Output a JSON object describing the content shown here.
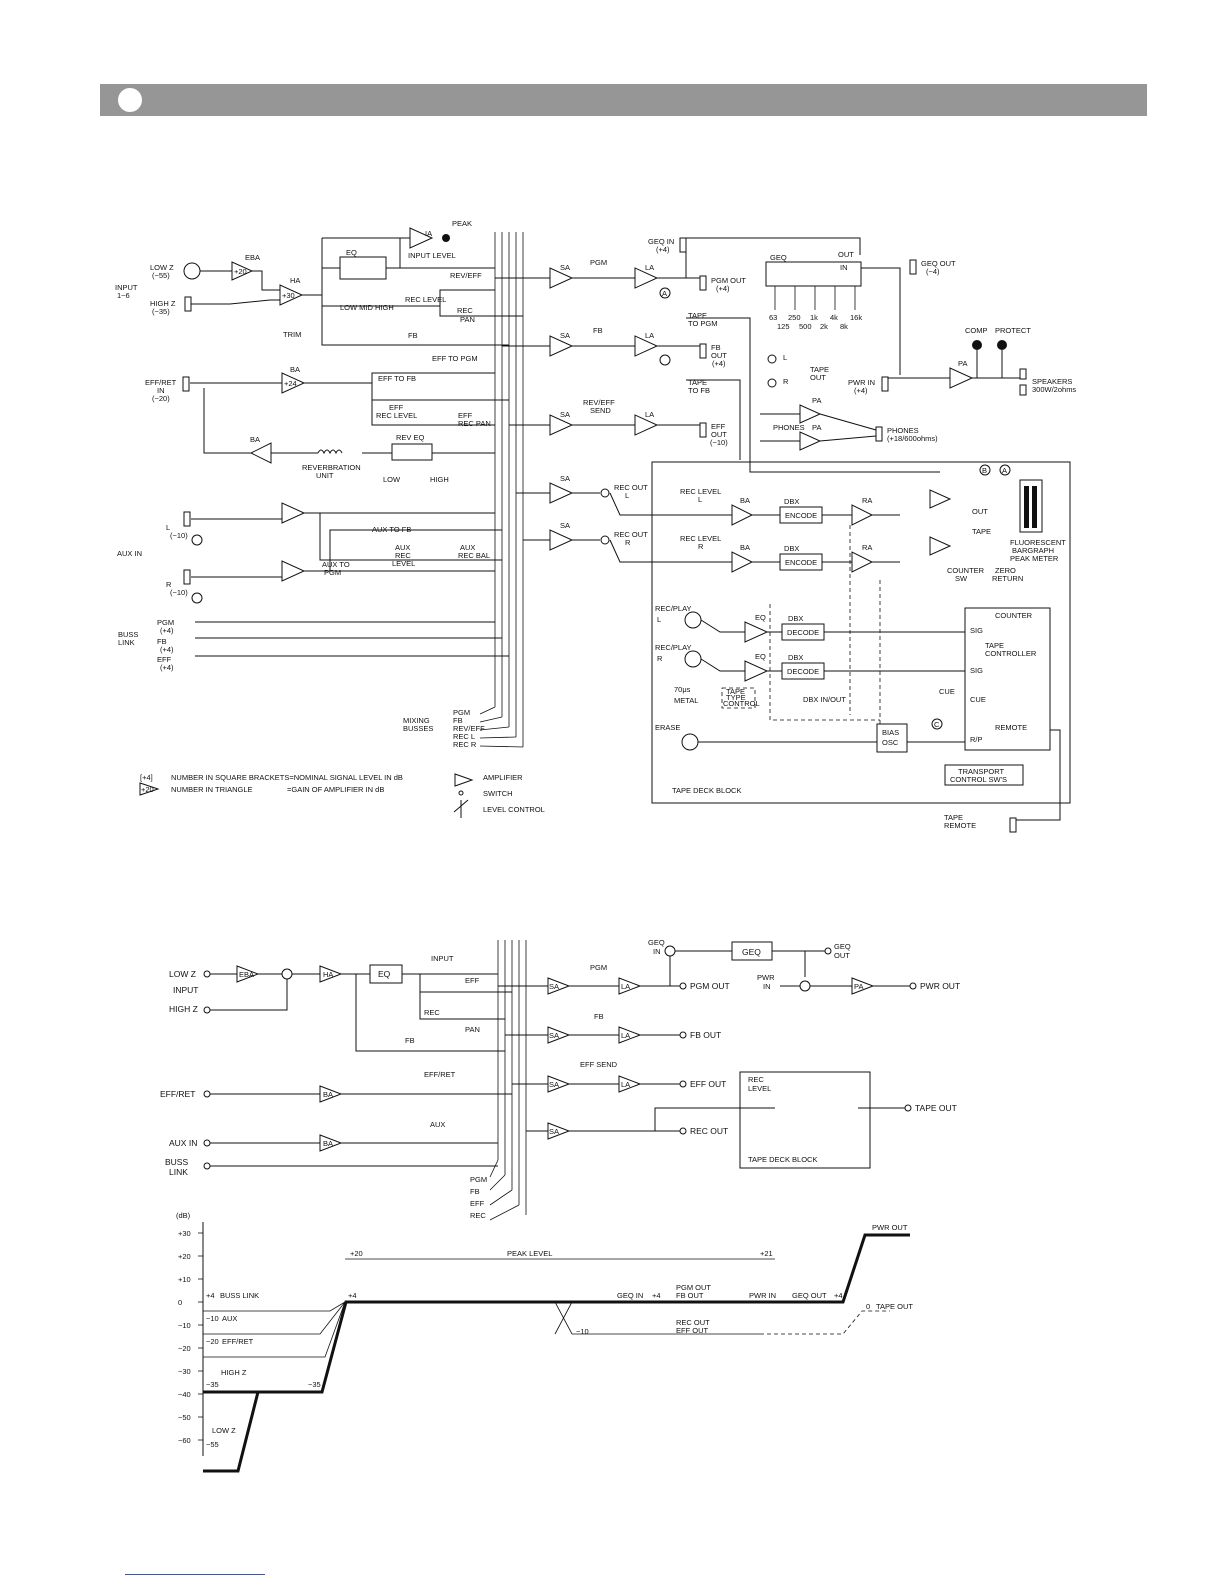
{
  "block": {
    "input": "INPUT",
    "input_ch": "1~6",
    "low_z": "LOW Z",
    "low_z_lvl": "(−55)",
    "high_z": "HIGH Z",
    "high_z_lvl": "(−35)",
    "eba": "EBA",
    "eba_g": "+20",
    "ha": "HA",
    "ha_g": "+30",
    "trim": "TRIM",
    "ia": "IA",
    "peak": "PEAK",
    "input_level": "INPUT LEVEL",
    "eq": "EQ",
    "eq_knobs": "LOW MID HIGH",
    "rev_eff": "REV/EFF",
    "rec_level": "REC LEVEL",
    "rec": "REC",
    "pan": "PAN",
    "fb": "FB",
    "eff_to_pgm": "EFF TO PGM",
    "eff_ret_in": "EFF/RET",
    "in": "IN",
    "eff_ret_lvl": "(−20)",
    "ba": "BA",
    "ba_g": "+24",
    "eff_to_fb": "EFF TO FB",
    "eff": "EFF",
    "eff_rec_level": "REC LEVEL",
    "eff_rec_pan": "EFF",
    "rec_pan": "REC PAN",
    "rev_eq": "REV EQ",
    "low": "LOW",
    "high": "HIGH",
    "reverb": "REVERBRATION",
    "unit": "UNIT",
    "aux_in": "AUX IN",
    "l_lvl": "(−10)",
    "r_lvl": "(−10)",
    "l": "L",
    "r": "R",
    "aux_to_fb": "AUX TO FB",
    "aux_to_pgm": "AUX TO",
    "pgm": "PGM",
    "aux_rec_level_1": "AUX",
    "aux_rec_level_2": "REC",
    "aux_rec_level_3": "LEVEL",
    "aux_rec_bal_1": "AUX",
    "aux_rec_bal_2": "REC BAL",
    "buss_link": "BUSS",
    "link": "LINK",
    "pgm_lvl": "(+4)",
    "fb_lvl": "(+4)",
    "eff_lvl": "(+4)",
    "mixing": "MIXING",
    "busses": "BUSSES",
    "bus_pgm": "PGM",
    "bus_fb": "FB",
    "bus_reveff": "REV/EFF",
    "bus_recl": "REC L",
    "bus_recr": "REC R",
    "sa": "SA",
    "la": "LA",
    "pgm_out": "PGM OUT",
    "pgm_out_lvl": "(+4)",
    "geq_in": "GEQ IN",
    "geq_in_lvl": "(+4)",
    "geq": "GEQ",
    "out": "OUT",
    "geq_out": "GEQ OUT",
    "geq_out_lvl": "(−4)",
    "geq_bands": [
      "63",
      "250",
      "1k",
      "4k",
      "16k"
    ],
    "geq_bands2": [
      "125",
      "500",
      "2k",
      "8k"
    ],
    "tape_to_pgm": "TAPE",
    "to_pgm": "TO PGM",
    "tape_to_fb": "TAPE",
    "to_fb": "TO FB",
    "fb_out": "FB",
    "fb_out2": "OUT",
    "fb_out_lvl": "(+4)",
    "tape_out": "TAPE",
    "tape_out2": "OUT",
    "comp": "COMP",
    "protect": "PROTECT",
    "pwr_in": "PWR IN",
    "pwr_in_lvl": "(+4)",
    "pa": "PA",
    "speakers": "SPEAKERS",
    "speakers2": "300W/2ohms",
    "rev_eff_send": "REV/EFF",
    "send": "SEND",
    "eff_out": "EFF",
    "eff_out2": "OUT",
    "eff_out_lvl": "(−10)",
    "phones": "PHONES",
    "phones_lvl": "(+18/600ohms)",
    "rec_out_l": "REC OUT",
    "rec_out_r": "REC OUT",
    "rec_level_l": "REC LEVEL",
    "rec_level_r": "REC LEVEL",
    "dbx": "DBX",
    "encode": "ENCODE",
    "decode": "DECODE",
    "ra": "RA",
    "fluorescent": "FLUORESCENT",
    "bargraph": "BARGRAPH",
    "peak_meter": "PEAK METER",
    "counter_sw": "COUNTER",
    "sw": "SW",
    "zero_return": "ZERO",
    "return": "RETURN",
    "counter": "COUNTER",
    "tape_controller": "TAPE",
    "controller": "CONTROLLER",
    "sig": "SIG",
    "cue": "CUE",
    "remote": "REMOTE",
    "rp": "R/P",
    "rec_play": "REC/PLAY",
    "erase": "ERASE",
    "us70": "70μs",
    "metal": "METAL",
    "tape_type": "TAPE",
    "type": "TYPE",
    "control": "CONTROL",
    "dbx_inout": "DBX IN/OUT",
    "bias": "BIAS",
    "osc": "OSC",
    "transport": "TRANSPORT",
    "control_sws": "CONTROL SW'S",
    "tape_deck_block": "TAPE DECK BLOCK",
    "tape_remote": "TAPE",
    "remote2": "REMOTE",
    "tape_lbl": "TAPE",
    "a_mark": "A",
    "b_mark": "B",
    "c_mark": "C",
    "legend_1": "NUMBER IN SQUARE BRACKETS=NOMINAL SIGNAL LEVEL IN dB",
    "legend_1_sym": "[+4]",
    "legend_2": "NUMBER IN TRIANGLE",
    "legend_2_b": "=GAIN OF AMPLIFIER IN dB",
    "legend_2_sym": "+20",
    "legend_amp": "AMPLIFIER",
    "legend_switch": "SWITCH",
    "legend_level": "LEVEL CONTROL"
  },
  "flow": {
    "low_z": "LOW Z",
    "input": "INPUT",
    "high_z": "HIGH Z",
    "eba": "EBA",
    "ha": "HA",
    "eq": "EQ",
    "input_lbl": "INPUT",
    "eff": "EFF",
    "rec": "REC",
    "pan": "PAN",
    "fb": "FB",
    "eff_ret": "EFF/RET",
    "ba": "BA",
    "eff_ret_knob": "EFF/RET",
    "aux_in": "AUX IN",
    "aux": "AUX",
    "buss": "BUSS",
    "link": "LINK",
    "bus_pgm": "PGM",
    "bus_fb": "FB",
    "bus_eff": "EFF",
    "bus_rec": "REC",
    "sa": "SA",
    "la": "LA",
    "pgm": "PGM",
    "fb_knob": "FB",
    "eff_send": "EFF SEND",
    "pgm_out": "PGM OUT",
    "fb_out": "FB OUT",
    "eff_out": "EFF OUT",
    "rec_out": "REC OUT",
    "geq_in": "GEQ",
    "geq_in2": "IN",
    "geq": "GEQ",
    "geq_out": "GEQ",
    "geq_out2": "OUT",
    "pwr_in": "PWR",
    "pwr_in2": "IN",
    "pa": "PA",
    "pwr_out": "PWR OUT",
    "rec_level": "REC",
    "rec_level2": "LEVEL",
    "tape_deck_block": "TAPE DECK BLOCK",
    "tape_out": "TAPE OUT"
  },
  "level": {
    "unit": "(dB)",
    "ticks": [
      "+30",
      "+20",
      "+10",
      "0",
      "−10",
      "−20",
      "−30",
      "−40",
      "−50",
      "−60"
    ],
    "tick_values": [
      30,
      20,
      10,
      0,
      -10,
      -20,
      -30,
      -40,
      -50,
      -60
    ],
    "peak_level": "PEAK LEVEL",
    "peak_l": "+20",
    "peak_r": "+21",
    "buss_link": "BUSS LINK",
    "buss_v": "+4",
    "aux": "AUX",
    "aux_v": "−10",
    "eff_ret": "EFF/RET",
    "eff_ret_v": "−20",
    "high_z": "HIGH Z",
    "high_z_v": "−35",
    "high_z_v2": "−35",
    "low_z": "LOW Z",
    "low_z_v": "−55",
    "mid_v": "+4",
    "geq_in": "GEQ IN",
    "geq_in_v": "+4",
    "pgm_out": "PGM OUT",
    "fb_out": "FB OUT",
    "pwr_in": "PWR IN",
    "geq_out": "GEQ OUT",
    "geq_out_v": "+4",
    "pwr_out": "PWR OUT",
    "rec_out": "REC OUT",
    "eff_out": "EFF OUT",
    "rec_v": "−10",
    "tape_out": "TAPE OUT",
    "tape_v": "0"
  }
}
